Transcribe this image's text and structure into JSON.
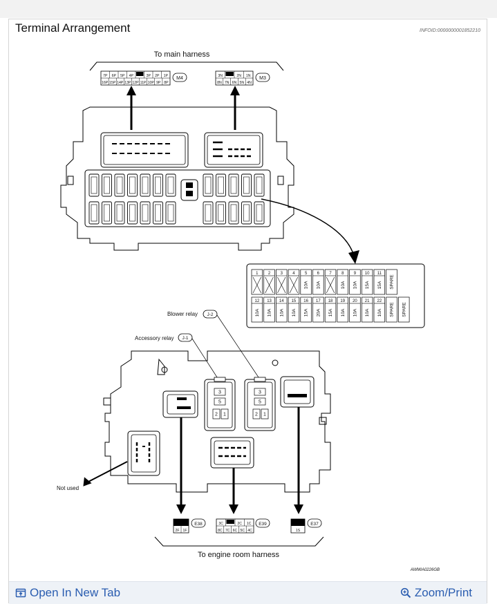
{
  "header": {
    "title": "Terminal Arrangement",
    "info_id": "INFOID:0000000001852210"
  },
  "labels": {
    "to_main_harness": "To main harness",
    "to_engine_room_harness": "To engine room harness",
    "blower_relay": "Blower relay",
    "accessory_relay": "Accessory relay",
    "not_used": "Not used",
    "figure_id": "AWMIA0226GB"
  },
  "connectors": {
    "M4": {
      "id": "M4",
      "row1": [
        "7P",
        "6P",
        "5P",
        "4P",
        "",
        "3P",
        "2P",
        "1P"
      ],
      "row2": [
        "16P",
        "15P",
        "14P",
        "13P",
        "12P",
        "11P",
        "10P",
        "9P",
        "8P"
      ]
    },
    "M3": {
      "id": "M3",
      "row1": [
        "3N",
        "",
        "2N",
        "1N"
      ],
      "row2": [
        "8N",
        "7N",
        "6N",
        "5N",
        "4N"
      ]
    },
    "E38": {
      "id": "E38",
      "row1": [
        "2F",
        "1F"
      ]
    },
    "E39": {
      "id": "E39",
      "row1": [
        "3C",
        "",
        "2C",
        "1C"
      ],
      "row2": [
        "8C",
        "7C",
        "6C",
        "5C",
        "4C"
      ]
    },
    "E37": {
      "id": "E37",
      "row1": [
        "1S"
      ]
    }
  },
  "relays": {
    "J2": {
      "id": "J-2",
      "pins": [
        "3",
        "5",
        "2",
        "1"
      ]
    },
    "J1": {
      "id": "J-1",
      "pins": [
        "3",
        "5",
        "2",
        "1"
      ]
    }
  },
  "fuses": {
    "row1": [
      {
        "no": "1",
        "rating": ""
      },
      {
        "no": "2",
        "rating": ""
      },
      {
        "no": "3",
        "rating": ""
      },
      {
        "no": "4",
        "rating": ""
      },
      {
        "no": "5",
        "rating": "10A"
      },
      {
        "no": "6",
        "rating": "10A"
      },
      {
        "no": "7",
        "rating": ""
      },
      {
        "no": "8",
        "rating": "10A"
      },
      {
        "no": "9",
        "rating": "10A"
      },
      {
        "no": "10",
        "rating": "15A"
      },
      {
        "no": "11",
        "rating": "15A"
      },
      {
        "no": "",
        "rating": "SPARE"
      }
    ],
    "row2": [
      {
        "no": "12",
        "rating": "10A"
      },
      {
        "no": "13",
        "rating": "10A"
      },
      {
        "no": "14",
        "rating": "10A"
      },
      {
        "no": "15",
        "rating": "10A"
      },
      {
        "no": "16",
        "rating": "15A"
      },
      {
        "no": "17",
        "rating": "20A"
      },
      {
        "no": "18",
        "rating": "15A"
      },
      {
        "no": "19",
        "rating": "10A"
      },
      {
        "no": "20",
        "rating": "10A"
      },
      {
        "no": "21",
        "rating": "10A"
      },
      {
        "no": "22",
        "rating": "10A"
      },
      {
        "no": "",
        "rating": "SPARE"
      },
      {
        "no": "",
        "rating": "SPARE"
      }
    ]
  },
  "footer": {
    "open_new_tab": "Open In New Tab",
    "zoom_print": "Zoom/Print"
  }
}
